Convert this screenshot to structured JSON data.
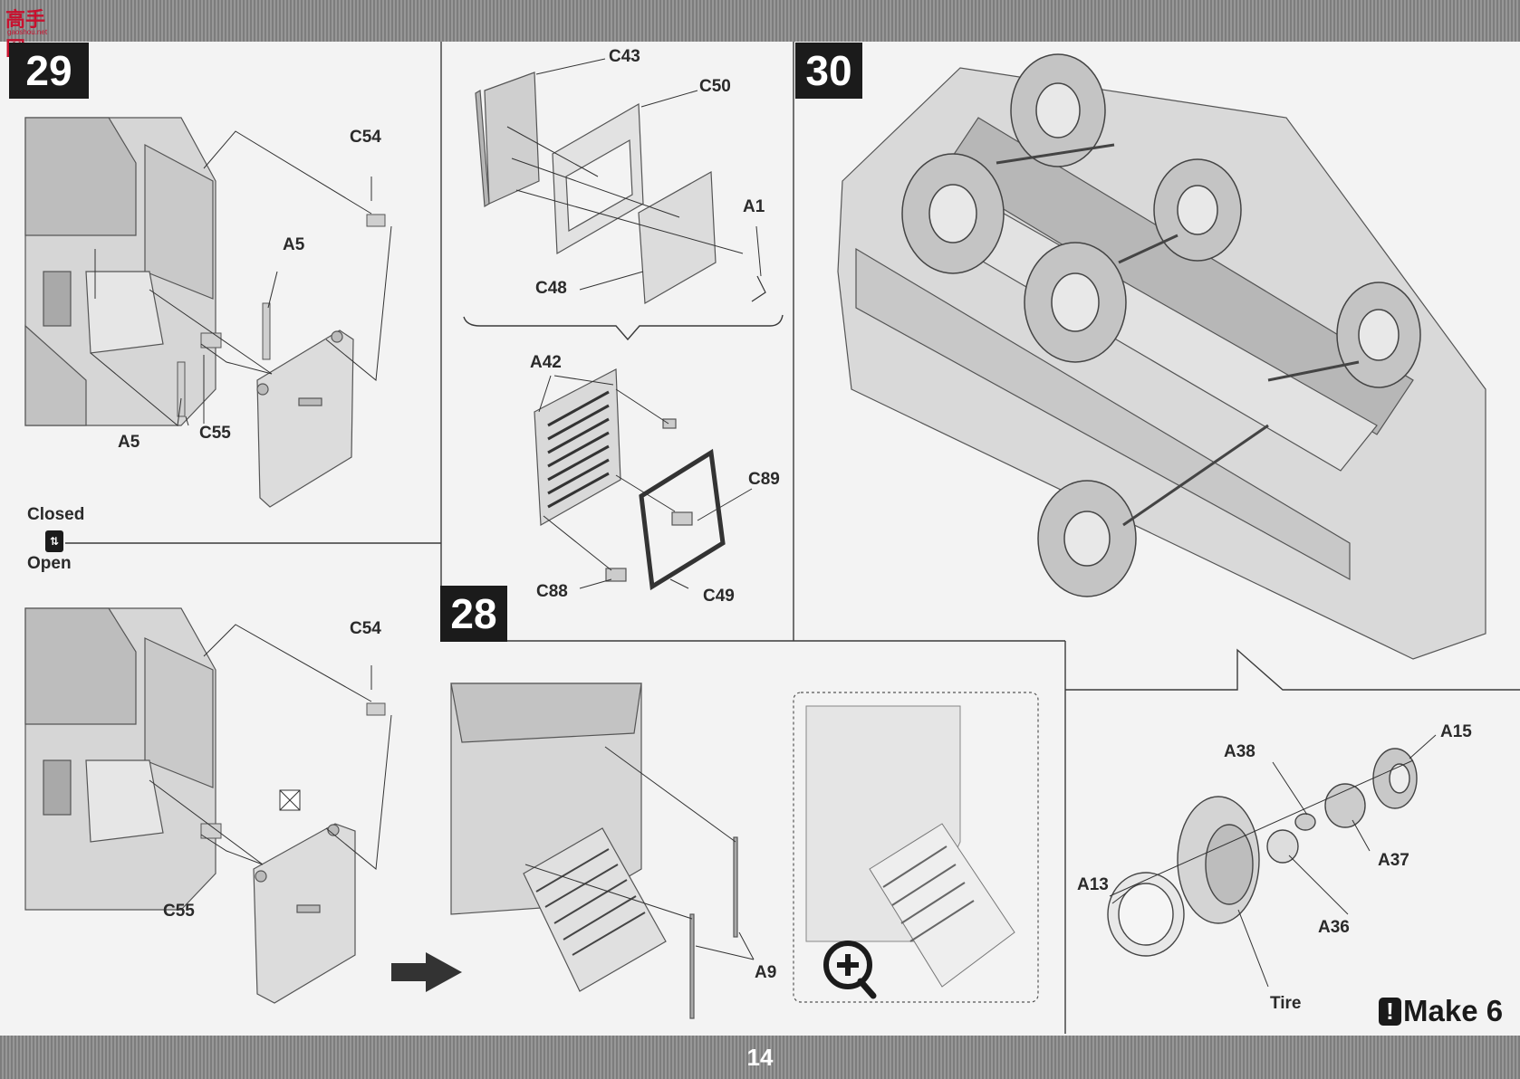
{
  "header": {
    "logo_text": "高手网",
    "logo_site": "gaoshou.net"
  },
  "steps": {
    "step_29": "29",
    "step_28": "28",
    "step_30": "30"
  },
  "step29": {
    "closed_labels": {
      "c54": "C54",
      "a5_upper": "A5",
      "a5_lower": "A5",
      "c55": "C55"
    },
    "option_closed": "Closed",
    "option_open": "Open",
    "open_labels": {
      "c54": "C54",
      "c55": "C55"
    }
  },
  "step28": {
    "sub_labels": {
      "c43": "C43",
      "c50": "C50",
      "a1": "A1",
      "c48": "C48"
    },
    "ramp_labels": {
      "a42": "A42",
      "c89": "C89",
      "c88": "C88",
      "c49": "C49"
    },
    "final_labels": {
      "a9": "A9"
    }
  },
  "step30": {
    "wheel_labels": {
      "a15": "A15",
      "a38": "A38",
      "a37": "A37",
      "a13": "A13",
      "a36": "A36",
      "tire": "Tire"
    }
  },
  "footer": {
    "brand_mark": "!",
    "brand_name": "Make 6",
    "page_number": "14"
  },
  "colors": {
    "band": "#8a8a8a",
    "badge": "#1b1b1b",
    "line_art": "#5a5a5a"
  }
}
